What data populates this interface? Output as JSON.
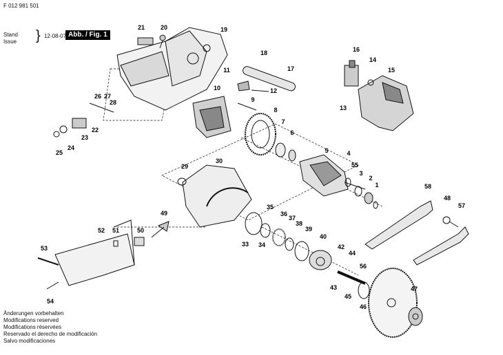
{
  "document": {
    "id": "F 012 981 501",
    "stand_label": "Stand",
    "issue_label": "Issue",
    "date": "12-08-07",
    "figure_label": "Abb. / Fig. 1"
  },
  "notes": [
    "Änderungen vorbehalten",
    "Modifications reserved",
    "Modifications réservées",
    "Reservado el derecho de modificación",
    "Salvo modificaciones"
  ],
  "parts": [
    {
      "n": "1"
    },
    {
      "n": "2"
    },
    {
      "n": "3"
    },
    {
      "n": "4"
    },
    {
      "n": "5"
    },
    {
      "n": "6"
    },
    {
      "n": "7"
    },
    {
      "n": "8"
    },
    {
      "n": "9"
    },
    {
      "n": "10"
    },
    {
      "n": "11"
    },
    {
      "n": "12"
    },
    {
      "n": "13"
    },
    {
      "n": "14"
    },
    {
      "n": "15"
    },
    {
      "n": "16"
    },
    {
      "n": "17"
    },
    {
      "n": "18"
    },
    {
      "n": "19"
    },
    {
      "n": "20"
    },
    {
      "n": "21"
    },
    {
      "n": "22"
    },
    {
      "n": "23"
    },
    {
      "n": "24"
    },
    {
      "n": "25"
    },
    {
      "n": "26"
    },
    {
      "n": "27"
    },
    {
      "n": "28"
    },
    {
      "n": "29"
    },
    {
      "n": "30"
    },
    {
      "n": "33"
    },
    {
      "n": "34"
    },
    {
      "n": "35"
    },
    {
      "n": "36"
    },
    {
      "n": "37"
    },
    {
      "n": "38"
    },
    {
      "n": "39"
    },
    {
      "n": "40"
    },
    {
      "n": "42"
    },
    {
      "n": "43"
    },
    {
      "n": "44"
    },
    {
      "n": "45"
    },
    {
      "n": "46"
    },
    {
      "n": "47"
    },
    {
      "n": "48"
    },
    {
      "n": "49"
    },
    {
      "n": "50"
    },
    {
      "n": "51"
    },
    {
      "n": "52"
    },
    {
      "n": "53"
    },
    {
      "n": "54"
    },
    {
      "n": "55"
    },
    {
      "n": "56"
    },
    {
      "n": "57"
    },
    {
      "n": "58"
    }
  ]
}
